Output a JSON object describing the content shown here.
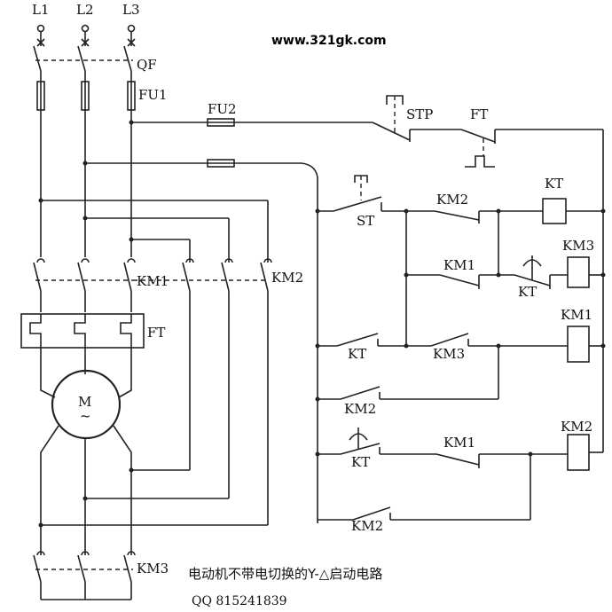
{
  "header": {
    "url": "www.321gk.com"
  },
  "labels": {
    "L1": "L1",
    "L2": "L2",
    "L3": "L3",
    "QF": "QF",
    "FU1": "FU1",
    "FU2": "FU2",
    "STP": "STP",
    "FT_ctrl": "FT",
    "ST": "ST",
    "KM2_c1": "KM2",
    "KT_coil": "KT",
    "KM1_c2": "KM1",
    "KT_c2": "KT",
    "KM3_coil": "KM3",
    "KT_c3": "KT",
    "KM3_c3": "KM3",
    "KM1_coil": "KM1",
    "KM2_c4": "KM2",
    "KT_c5": "KT",
    "KM1_c5": "KM1",
    "KM2_coil": "KM2",
    "KM2_c6": "KM2",
    "KM1_main": "KM1",
    "KM2_main": "KM2",
    "FT_main": "FT",
    "KM3_main": "KM3",
    "motor_M": "M",
    "motor_tilde": "~"
  },
  "caption": {
    "title": "电动机不带电切换的Y-△启动电路",
    "qq": "QQ 815241839"
  }
}
